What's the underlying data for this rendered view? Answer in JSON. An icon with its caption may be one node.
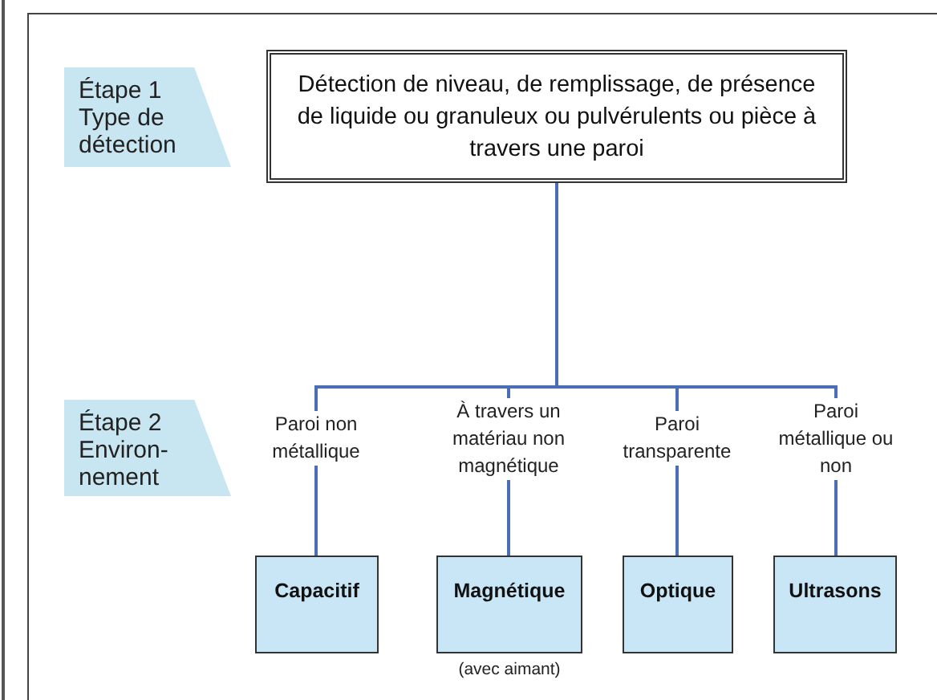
{
  "diagram": {
    "nodes": [
      {
        "text": [
          "Étape 1 Type de détection"
        ]
      },
      {
        "text": [
          "Détection de niveau, de remplissage, de présence de liquide ou granuleux ou pulvérulents ou pièce à travers une paroi"
        ]
      },
      {
        "text": [
          "Étape 2 Environ- nement"
        ]
      },
      {
        "text": [
          "Paroi non métallique"
        ]
      },
      {
        "text": [
          "À travers un matériau non magnétique"
        ]
      },
      {
        "text": [
          "Paroi transparente"
        ]
      },
      {
        "text": [
          "Paroi métallique ou non"
        ]
      },
      {
        "text": [
          "Capacitif"
        ]
      },
      {
        "text": [
          "Magnétique"
        ],
        "beside": [
          "(avec aimant)"
        ]
      },
      {
        "text": [
          "Optique"
        ]
      },
      {
        "text": [
          "Ultrasons"
        ]
      }
    ],
    "edges": [
      {
        "from": 1,
        "to": 3,
        "arrow": "none"
      },
      {
        "from": 1,
        "to": 4,
        "arrow": "none"
      },
      {
        "from": 1,
        "to": 5,
        "arrow": "none"
      },
      {
        "from": 1,
        "to": 6,
        "arrow": "none"
      },
      {
        "from": 3,
        "to": 7,
        "arrow": "none"
      },
      {
        "from": 4,
        "to": 8,
        "arrow": "none"
      },
      {
        "from": 5,
        "to": 9,
        "arrow": "none"
      },
      {
        "from": 6,
        "to": 10,
        "arrow": "none"
      }
    ]
  }
}
